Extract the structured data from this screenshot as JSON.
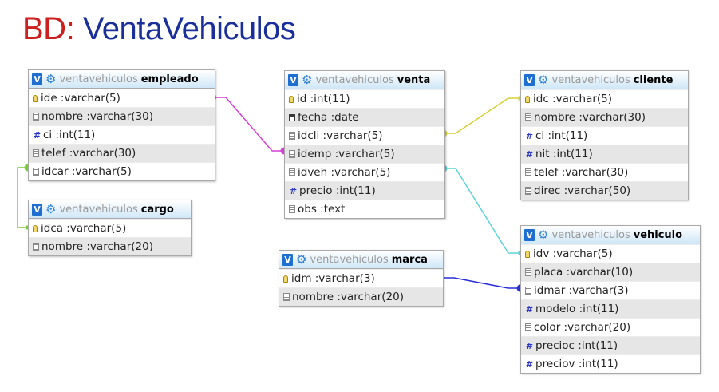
{
  "title": {
    "prefix": "BD:",
    "name": "VentaVehiculos"
  },
  "colors": {
    "title_prefix": "#cc1f1f",
    "title_name": "#1a2f9a",
    "header_icon": "#1f6fd1"
  },
  "tables": [
    {
      "id": "empleado",
      "db": "ventavehiculos",
      "name": "empleado",
      "columns": [
        {
          "label": "ide :varchar(5)",
          "icon": "key-icon"
        },
        {
          "label": "nombre :varchar(30)",
          "icon": "text-icon"
        },
        {
          "label": "ci :int(11)",
          "icon": "number-icon"
        },
        {
          "label": "telef :varchar(30)",
          "icon": "text-icon"
        },
        {
          "label": "idcar :varchar(5)",
          "icon": "text-icon"
        }
      ]
    },
    {
      "id": "cargo",
      "db": "ventavehiculos",
      "name": "cargo",
      "columns": [
        {
          "label": "idca :varchar(5)",
          "icon": "key-icon"
        },
        {
          "label": "nombre :varchar(20)",
          "icon": "text-icon"
        }
      ]
    },
    {
      "id": "venta",
      "db": "ventavehiculos",
      "name": "venta",
      "columns": [
        {
          "label": "id :int(11)",
          "icon": "key-icon"
        },
        {
          "label": "fecha :date",
          "icon": "date-icon"
        },
        {
          "label": "idcli :varchar(5)",
          "icon": "text-icon"
        },
        {
          "label": "idemp :varchar(5)",
          "icon": "text-icon"
        },
        {
          "label": "idveh :varchar(5)",
          "icon": "text-icon"
        },
        {
          "label": "precio :int(11)",
          "icon": "number-icon"
        },
        {
          "label": "obs :text",
          "icon": "text-icon"
        }
      ]
    },
    {
      "id": "marca",
      "db": "ventavehiculos",
      "name": "marca",
      "columns": [
        {
          "label": "idm :varchar(3)",
          "icon": "key-icon"
        },
        {
          "label": "nombre :varchar(20)",
          "icon": "text-icon"
        }
      ]
    },
    {
      "id": "cliente",
      "db": "ventavehiculos",
      "name": "cliente",
      "columns": [
        {
          "label": "idc :varchar(5)",
          "icon": "key-icon"
        },
        {
          "label": "nombre :varchar(30)",
          "icon": "text-icon"
        },
        {
          "label": "ci :int(11)",
          "icon": "number-icon"
        },
        {
          "label": "nit :int(11)",
          "icon": "number-icon"
        },
        {
          "label": "telef :varchar(30)",
          "icon": "text-icon"
        },
        {
          "label": "direc :varchar(50)",
          "icon": "text-icon"
        }
      ]
    },
    {
      "id": "vehiculo",
      "db": "ventavehiculos",
      "name": "vehiculo",
      "columns": [
        {
          "label": "idv :varchar(5)",
          "icon": "key-icon"
        },
        {
          "label": "placa :varchar(10)",
          "icon": "text-icon"
        },
        {
          "label": "idmar :varchar(3)",
          "icon": "text-icon"
        },
        {
          "label": "modelo :int(11)",
          "icon": "number-icon"
        },
        {
          "label": "color :varchar(20)",
          "icon": "text-icon"
        },
        {
          "label": "precioc :int(11)",
          "icon": "number-icon"
        },
        {
          "label": "preciov :int(11)",
          "icon": "number-icon"
        }
      ]
    }
  ],
  "relations": [
    {
      "from_table": "empleado",
      "from_column": "ide",
      "to_table": "venta",
      "to_column": "idemp",
      "color": "#d63fd6"
    },
    {
      "from_table": "cargo",
      "from_column": "idca",
      "to_table": "empleado",
      "to_column": "idcar",
      "color": "#7ccc3a"
    },
    {
      "from_table": "cliente",
      "from_column": "idc",
      "to_table": "venta",
      "to_column": "idcli",
      "color": "#d6d038"
    },
    {
      "from_table": "vehiculo",
      "from_column": "idv",
      "to_table": "venta",
      "to_column": "idveh",
      "color": "#5fd3d6"
    },
    {
      "from_table": "marca",
      "from_column": "idm",
      "to_table": "vehiculo",
      "to_column": "idmar",
      "color": "#2a2ed6"
    }
  ]
}
